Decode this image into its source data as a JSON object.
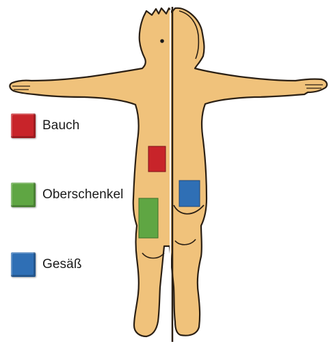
{
  "legend": [
    {
      "key": "bauch",
      "label": "Bauch",
      "color": "#c8242a"
    },
    {
      "key": "oberschenkel",
      "label": "Oberschenkel",
      "color": "#5fa643"
    },
    {
      "key": "gesaess",
      "label": "Gesäß",
      "color": "#2f6fb5"
    }
  ],
  "colors": {
    "skin": "#f0c27b",
    "outline": "#2a1f14",
    "background": "#ffffff"
  }
}
